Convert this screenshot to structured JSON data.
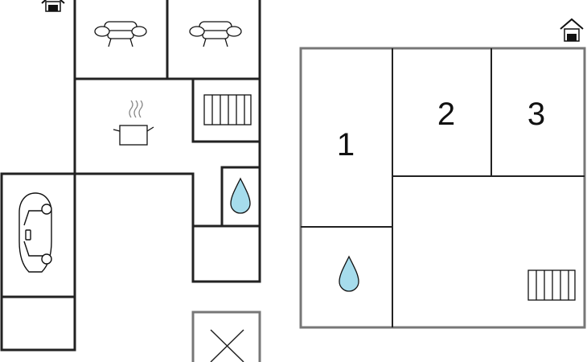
{
  "floorplan": {
    "right_unit": {
      "rooms": [
        {
          "id": "room-1",
          "label": "1"
        },
        {
          "id": "room-2",
          "label": "2"
        },
        {
          "id": "room-3",
          "label": "3"
        }
      ],
      "entrance_icon": "house-entrance-icon",
      "icons": [
        "water-drop-icon",
        "radiator-icon"
      ]
    },
    "left_unit": {
      "entrance_icon": "house-entrance-icon",
      "icons": [
        "sofa-icon",
        "sofa-icon",
        "cooking-pot-icon",
        "radiator-icon",
        "water-drop-icon",
        "car-icon"
      ]
    },
    "detached_box_icon": "cross-mark-icon",
    "colors": {
      "wall": "#4d4d4d",
      "line": "#222222",
      "water": "#a6dcec"
    }
  }
}
